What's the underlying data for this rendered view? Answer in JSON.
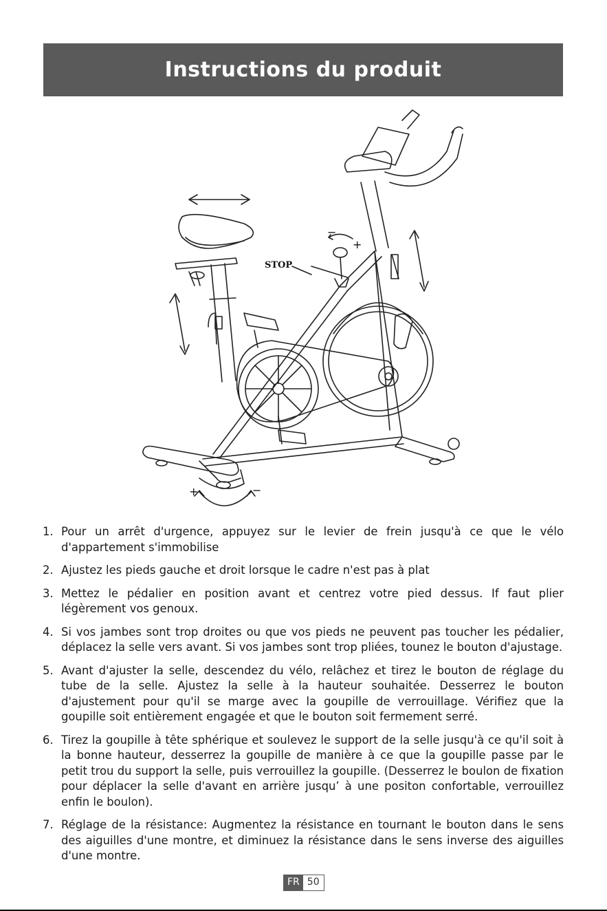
{
  "header": {
    "title": "Instructions du produit"
  },
  "illustration": {
    "stop_label": "STOP",
    "plus": "+",
    "minus": "−"
  },
  "instructions": [
    {
      "number": "1.",
      "text": "Pour un arrêt d'urgence, appuyez sur le levier de frein jusqu'à ce que le vélo d'appartement s'immobilise"
    },
    {
      "number": "2.",
      "text": "Ajustez les pieds gauche et droit lorsque le cadre n'est pas à plat"
    },
    {
      "number": "3.",
      "text": "Mettez le pédalier en position avant et centrez votre pied dessus. If faut plier légèrement vos genoux."
    },
    {
      "number": "4.",
      "text": "Si vos jambes sont trop droites ou que vos pieds ne peuvent pas toucher les pédalier, déplacez la selle vers avant. Si vos jambes sont trop pliées, tounez le bouton d'ajustage."
    },
    {
      "number": "5.",
      "text": "Avant d'ajuster la selle, descendez du vélo, relâchez et tirez le bouton de réglage du tube de la selle. Ajustez la selle à la hauteur souhaitée. Desserrez le bouton d'ajustement pour qu'il se marge avec la goupille de verrouillage. Vérifiez que la goupille soit entièrement engagée et que le bouton soit fermement serré."
    },
    {
      "number": "6.",
      "text": "Tirez la goupille à tête sphérique et soulevez le support de la selle jusqu'à ce qu'il soit à la bonne hauteur, desserrez la goupille de manière à ce que la goupille passe par le petit trou du support la selle, puis verrouillez la goupille. (Desserrez le boulon de fixation pour déplacer la selle d'avant en arrière jusqu’ à une positon confortable, verrouillez enfin le boulon)."
    },
    {
      "number": "7.",
      "text": "Réglage de la résistance: Augmentez la résistance en tournant le bouton dans le sens des aiguilles d'une montre, et diminuez la résistance dans le sens inverse des aiguilles d'une montre."
    }
  ],
  "footer": {
    "lang": "FR",
    "page": "50"
  }
}
